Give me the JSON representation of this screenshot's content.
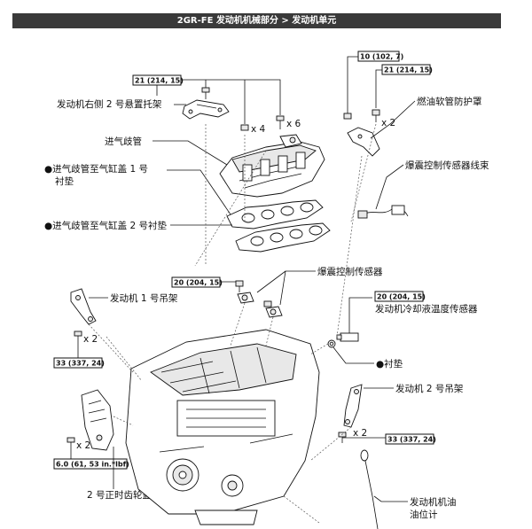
{
  "header": {
    "title": "2GR-FE 发动机机械部分 > 发动机单元"
  },
  "torques": {
    "t1": "21 (214, 15)",
    "t2": "10 (102, 7)",
    "t3": "21 (214, 15)",
    "t4": "20 (204, 15)",
    "t5": "20 (204, 15)",
    "t6": "33 (337, 24)",
    "t7": "33 (337, 24)",
    "t8": "6.0 (61, 53 in.*lbf)"
  },
  "qty": {
    "x4": "x 4",
    "x6": "x 6",
    "x2a": "x 2",
    "x2b": "x 2",
    "x2c": "x 2",
    "x2d": "x 2"
  },
  "labels": {
    "mount_bracket": "发动机右侧 2 号悬置托架",
    "fuel_hose_protector": "燃油软管防护罩",
    "intake_manifold": "进气歧管",
    "gasket1_line1": "进气歧管至气缸盖 1 号",
    "gasket1_line2": "衬垫",
    "knock_harness": "爆震控制传感器线束",
    "gasket2": "进气歧管至气缸盖 2 号衬垫",
    "knock_sensor": "爆震控制传感器",
    "hanger1": "发动机 1 号吊架",
    "coolant_sensor": "发动机冷却液温度传感器",
    "gasket": "衬垫",
    "hanger2": "发动机 2 号吊架",
    "timing_cover": "2 号正时齿轮盖",
    "dipstick_line1": "发动机机油",
    "dipstick_line2": "油位计"
  },
  "bullet": "●"
}
